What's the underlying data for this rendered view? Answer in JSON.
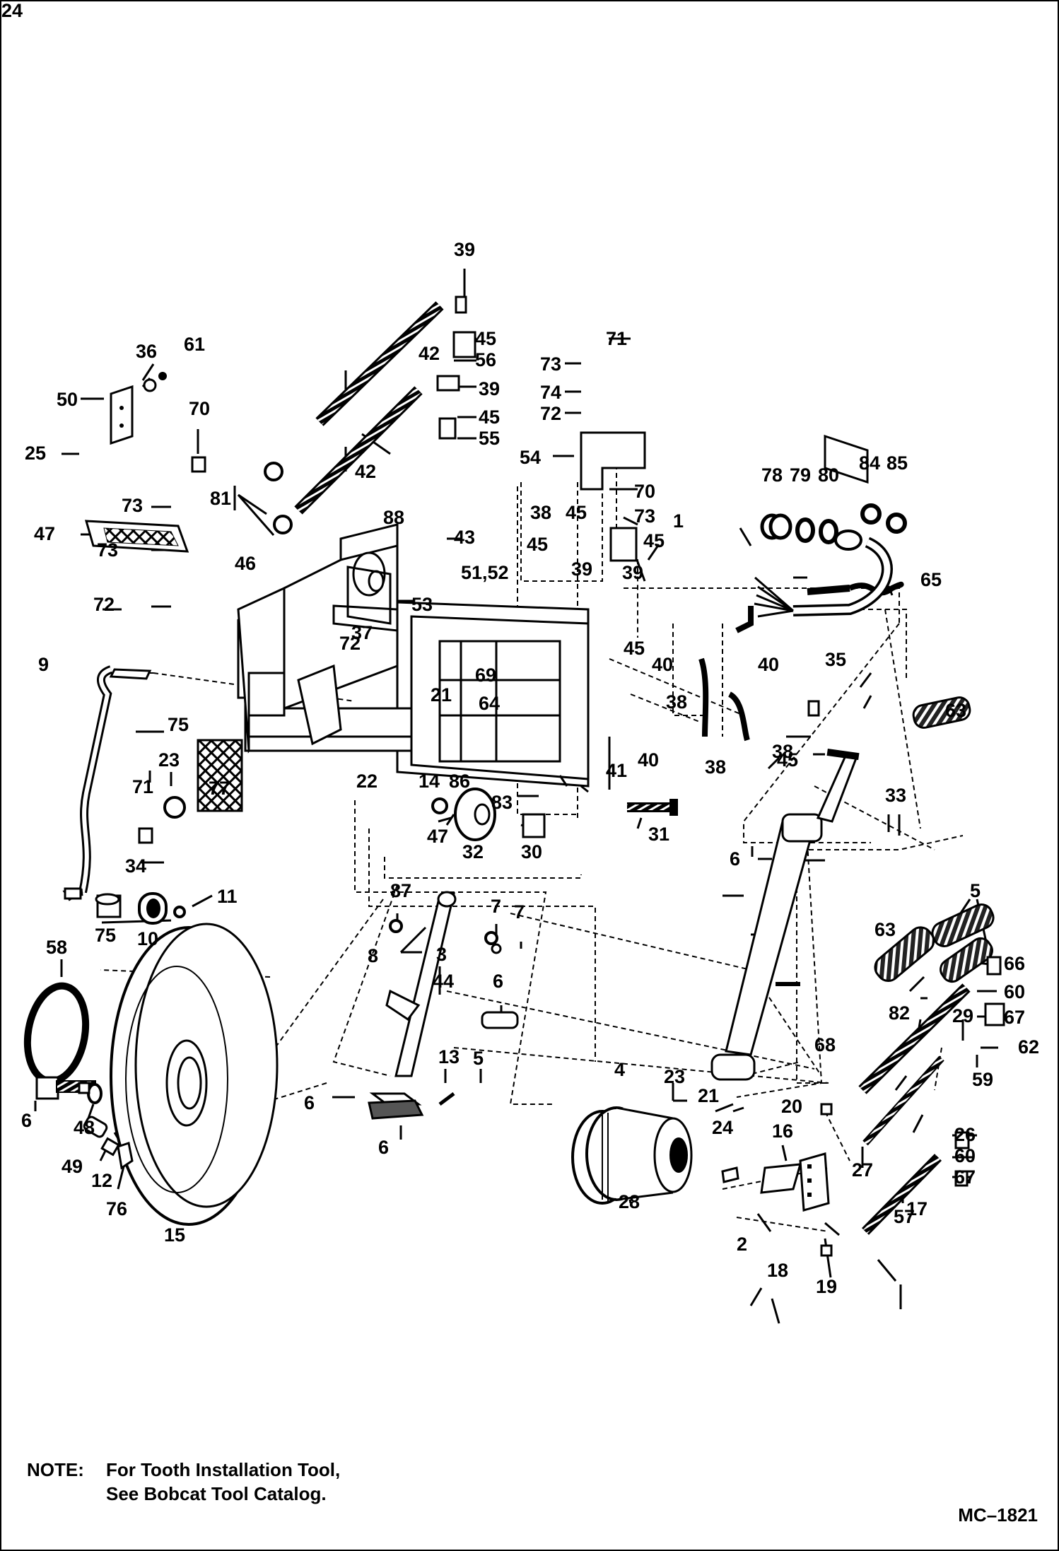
{
  "callouts": [
    "39",
    "45",
    "56",
    "71",
    "73",
    "74",
    "72",
    "42",
    "39",
    "45",
    "55",
    "54",
    "36",
    "61",
    "50",
    "70",
    "25",
    "42",
    "81",
    "73",
    "47",
    "73",
    "72",
    "88",
    "43",
    "51,52",
    "46",
    "53",
    "38",
    "45",
    "45",
    "1",
    "39",
    "70",
    "73",
    "45",
    "39",
    "45",
    "78",
    "79",
    "80",
    "84",
    "85",
    "65",
    "37",
    "9",
    "72",
    "69",
    "64",
    "40",
    "40",
    "35",
    "63",
    "21",
    "38",
    "38",
    "75",
    "22",
    "14",
    "86",
    "83",
    "41",
    "40",
    "38",
    "45",
    "23",
    "71",
    "77",
    "47",
    "32",
    "30",
    "31",
    "33",
    "6",
    "34",
    "75",
    "10",
    "11",
    "87",
    "7",
    "7",
    "8",
    "3",
    "44",
    "6",
    "5",
    "63",
    "66",
    "60",
    "67",
    "58",
    "82",
    "29",
    "62",
    "59",
    "68",
    "6",
    "48",
    "49",
    "12",
    "76",
    "13",
    "5",
    "6",
    "6",
    "4",
    "23",
    "21",
    "20",
    "24",
    "16",
    "17",
    "27",
    "26",
    "60",
    "67",
    "57",
    "28",
    "15",
    "2",
    "18",
    "19",
    "24"
  ],
  "note": {
    "label": "NOTE:",
    "line1": "For Tooth Installation Tool,",
    "line2": "See Bobcat Tool Catalog."
  },
  "drawing_code": "MC–1821"
}
